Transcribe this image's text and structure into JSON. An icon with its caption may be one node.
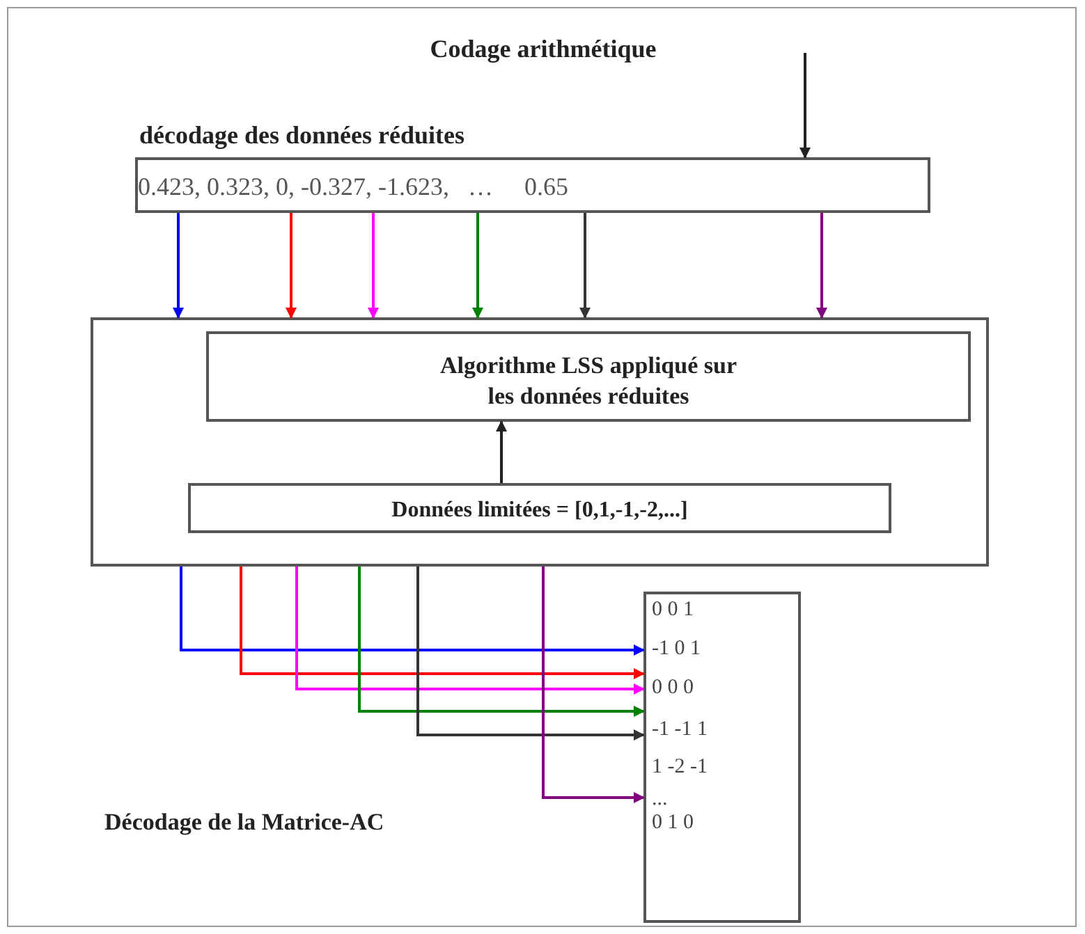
{
  "diagram": {
    "title": "Codage arithmétique",
    "nodes": [
      {
        "text": [
          "décodage des données réduites",
          "0.423, 0.323, 0, -0.327, -1.623,   …     0.65"
        ]
      },
      {
        "text": [],
        "shape": "box"
      },
      {
        "text": [
          "Algorithme LSS appliqué sur les données réduites"
        ],
        "in": 1
      },
      {
        "text": [
          "Données limitées = [0,1,-1,-2,...]"
        ],
        "in": 1
      },
      {
        "text": [
          "0 0 1",
          "-1 0 1",
          "0 0 0",
          "-1 -1 1",
          "1 -2 -1",
          "...",
          "0 1 0"
        ]
      }
    ],
    "edges": [
      {
        "from": null,
        "to": 0,
        "arrow": "to",
        "color": "#222222"
      },
      {
        "from": 0,
        "to": 1,
        "arrow": "to",
        "color": "#0000ff"
      },
      {
        "from": 0,
        "to": 1,
        "arrow": "to",
        "color": "#ff0000"
      },
      {
        "from": 0,
        "to": 1,
        "arrow": "to",
        "color": "#ff00ff"
      },
      {
        "from": 0,
        "to": 1,
        "arrow": "to",
        "color": "#008000"
      },
      {
        "from": 0,
        "to": 1,
        "arrow": "to",
        "color": "#333333"
      },
      {
        "from": 0,
        "to": 1,
        "arrow": "to",
        "color": "#800080"
      },
      {
        "from": 3,
        "to": 2,
        "arrow": "to",
        "color": "#222222"
      },
      {
        "from": 1,
        "to": 4,
        "arrow": "to",
        "color": "#0000ff"
      },
      {
        "from": 1,
        "to": 4,
        "arrow": "to",
        "color": "#ff0000"
      },
      {
        "from": 1,
        "to": 4,
        "arrow": "to",
        "color": "#ff00ff"
      },
      {
        "from": 1,
        "to": 4,
        "arrow": "to",
        "color": "#008000"
      },
      {
        "from": 1,
        "to": 4,
        "arrow": "to",
        "color": "#333333"
      },
      {
        "from": 1,
        "to": 4,
        "arrow": "to",
        "color": "#800080"
      }
    ],
    "labels": [
      "Décodage de la Matrice-AC"
    ]
  }
}
